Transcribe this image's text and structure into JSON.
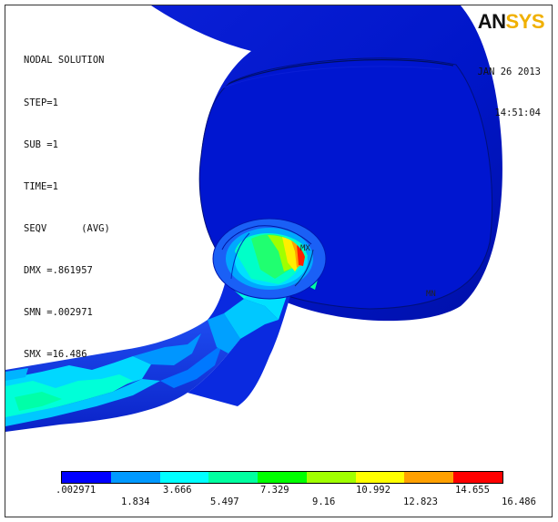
{
  "logo": {
    "part1": "AN",
    "part2": "SYS",
    "color1": "#111111",
    "color2": "#f0b000"
  },
  "info": {
    "title": "NODAL SOLUTION",
    "lines": [
      "STEP=1",
      "SUB =1",
      "TIME=1",
      "SEQV      (AVG)",
      "DMX =.861957",
      "SMN =.002971",
      "SMX =16.486"
    ]
  },
  "date": {
    "date": "JAN 26 2013",
    "time": "14:51:04"
  },
  "markers": {
    "max": "MX",
    "min": "MN"
  },
  "legend": {
    "colors": [
      "#0000ff",
      "#0099ff",
      "#00ffff",
      "#00ffa0",
      "#00ff00",
      "#a0ff00",
      "#ffff00",
      "#ffa000",
      "#ff0000"
    ],
    "top_labels": [
      ".002971",
      "3.666",
      "7.329",
      "10.992",
      "14.655"
    ],
    "bottom_labels": [
      "1.834",
      "5.497",
      "9.16",
      "12.823",
      "16.486"
    ]
  }
}
